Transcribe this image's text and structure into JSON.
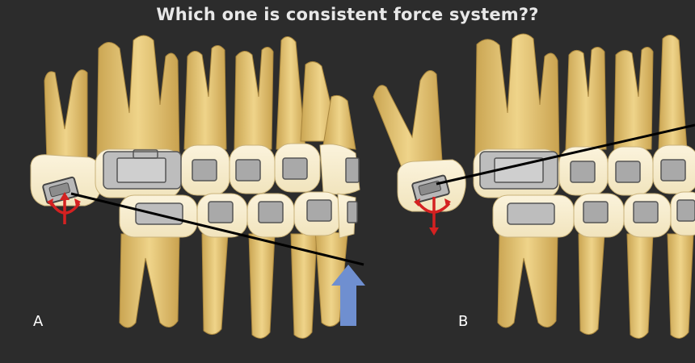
{
  "question": "Which one is consistent force system??",
  "panels": [
    {
      "label": "A"
    },
    {
      "label": "B"
    }
  ],
  "colors": {
    "background": "#2c2c2c",
    "tooth": "#e6c979",
    "tooth_shade": "#c9a24f",
    "bracket": "#9a9a9a",
    "force_arrow_red": "#d42121",
    "intrusion_arrow_blue": "#6f8fd0",
    "wire": "#000000"
  },
  "icons": [
    "molar-tube-icon",
    "moment-arrow-icon",
    "force-arrow-icon",
    "bracket-icon"
  ]
}
